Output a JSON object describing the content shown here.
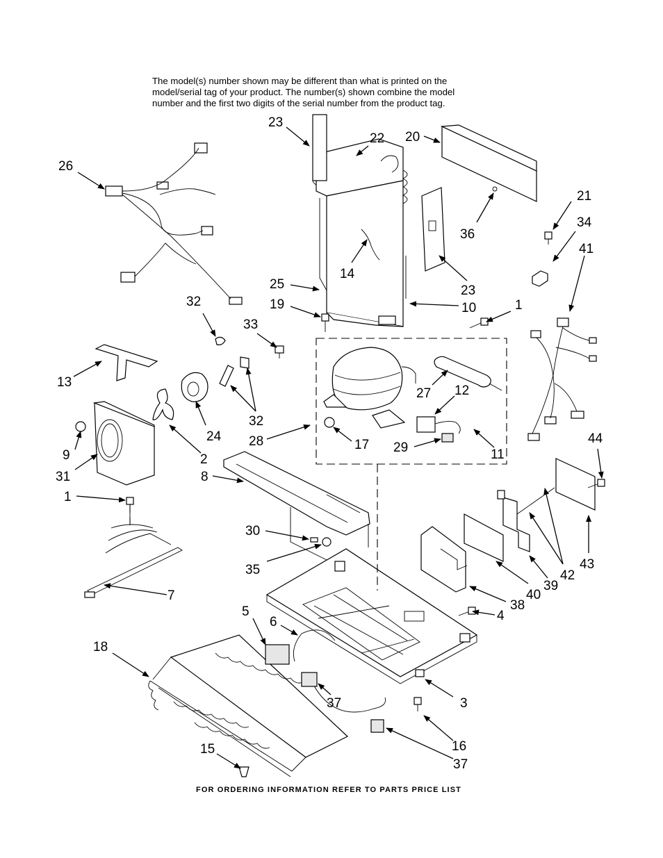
{
  "header_note": [
    "The model(s) number shown may be different than what is printed on the",
    "model/serial tag of your product. The number(s) shown combine the model",
    "number and the first two digits of the serial number from the product tag."
  ],
  "footer_note": "FOR ORDERING INFORMATION REFER TO PARTS PRICE LIST",
  "callouts": {
    "c1a": "1",
    "c1b": "1",
    "c2": "2",
    "c3": "3",
    "c4": "4",
    "c5": "5",
    "c6": "6",
    "c7": "7",
    "c8": "8",
    "c9": "9",
    "c10": "10",
    "c11": "11",
    "c12": "12",
    "c13": "13",
    "c14": "14",
    "c15": "15",
    "c16": "16",
    "c17": "17",
    "c18": "18",
    "c19": "19",
    "c20": "20",
    "c21": "21",
    "c22": "22",
    "c23a": "23",
    "c23b": "23",
    "c24": "24",
    "c25": "25",
    "c26": "26",
    "c27": "27",
    "c28": "28",
    "c29": "29",
    "c30": "30",
    "c31": "31",
    "c32a": "32",
    "c32b": "32",
    "c33": "33",
    "c34": "34",
    "c35": "35",
    "c36": "36",
    "c37a": "37",
    "c37b": "37",
    "c38": "38",
    "c39": "39",
    "c40": "40",
    "c41": "41",
    "c42": "42",
    "c43": "43",
    "c44": "44"
  }
}
